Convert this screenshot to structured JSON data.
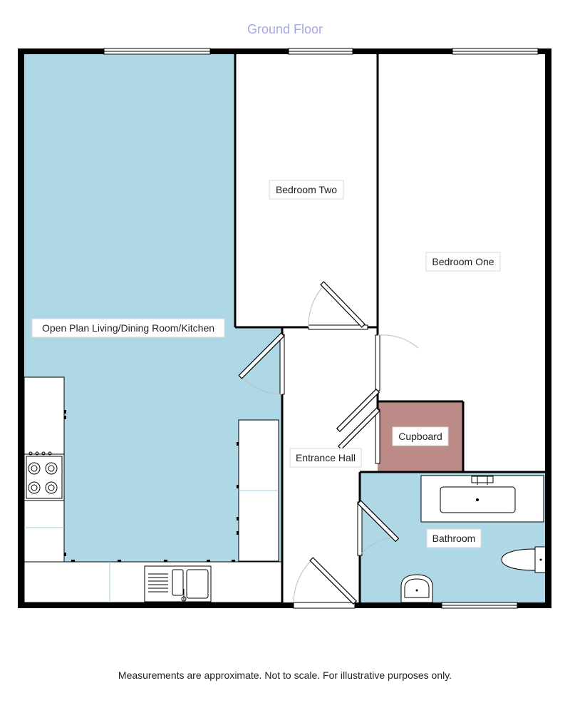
{
  "title": "Ground Floor",
  "rooms": {
    "living": "Open Plan Living/Dining Room/Kitchen",
    "bedroom_two": "Bedroom Two",
    "bedroom_one": "Bedroom One",
    "cupboard": "Cupboard",
    "entrance_hall": "Entrance Hall",
    "bathroom": "Bathroom"
  },
  "colors": {
    "living_fill": "#aed8e6",
    "bathroom_fill": "#aed8e6",
    "cupboard_fill": "#bc8a87",
    "bedroom_fill": "#ffffff",
    "wall": "#000000"
  },
  "footnote": "Measurements are approximate. Not to scale. For illustrative purposes only."
}
